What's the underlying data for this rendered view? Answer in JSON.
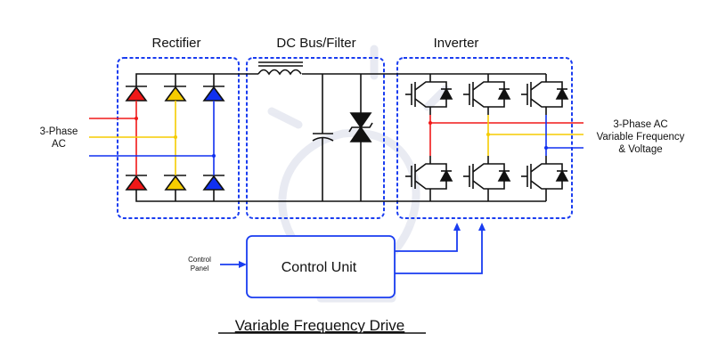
{
  "diagram": {
    "title": "Variable Frequency Drive",
    "blocks": {
      "rectifier": {
        "label": "Rectifier"
      },
      "dc_bus": {
        "label": "DC Bus/Filter"
      },
      "inverter": {
        "label": "Inverter"
      },
      "control_unit": {
        "label": "Control Unit"
      }
    },
    "input_label": {
      "line1": "3-Phase",
      "line2": "AC"
    },
    "output_label": {
      "line1": "3-Phase AC",
      "line2": "Variable Frequency",
      "line3": "& Voltage"
    },
    "control_panel_label": {
      "line1": "Control",
      "line2": "Panel"
    },
    "phase_colors": {
      "phase_a": "#f01818",
      "phase_b": "#f5cc00",
      "phase_c": "#1030f0"
    },
    "accent_color": "#1a3df0"
  }
}
